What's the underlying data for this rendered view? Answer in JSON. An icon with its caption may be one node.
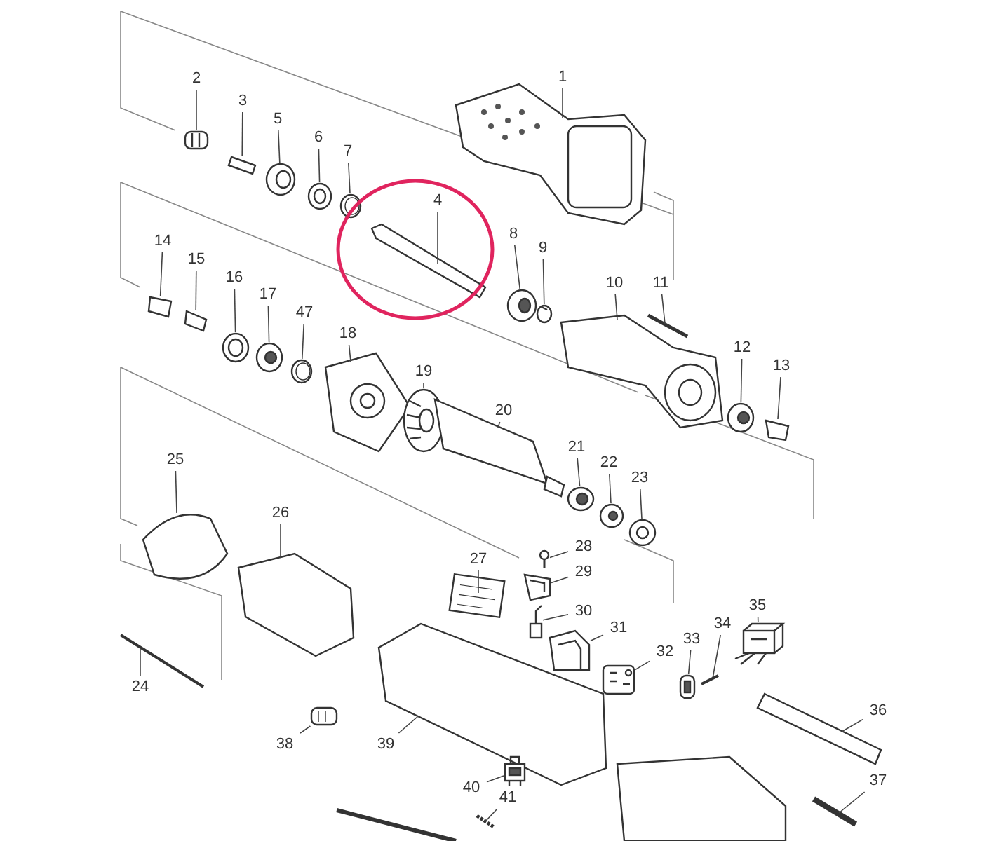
{
  "diagram": {
    "nodes": [
      {
        "text": [
          "1"
        ]
      },
      {
        "text": [
          "2"
        ]
      },
      {
        "text": [
          "3"
        ]
      },
      {
        "text": [
          "4"
        ]
      },
      {
        "text": [
          "5"
        ]
      },
      {
        "text": [
          "6"
        ]
      },
      {
        "text": [
          "7"
        ]
      },
      {
        "text": [
          "8"
        ]
      },
      {
        "text": [
          "9"
        ]
      },
      {
        "text": [
          "10"
        ]
      },
      {
        "text": [
          "11"
        ]
      },
      {
        "text": [
          "12"
        ]
      },
      {
        "text": [
          "13"
        ]
      },
      {
        "text": [
          "14"
        ]
      },
      {
        "text": [
          "15"
        ]
      },
      {
        "text": [
          "16"
        ]
      },
      {
        "text": [
          "17"
        ]
      },
      {
        "text": [
          "47"
        ]
      },
      {
        "text": [
          "18"
        ]
      },
      {
        "text": [
          "19"
        ]
      },
      {
        "text": [
          "20"
        ]
      },
      {
        "text": [
          "21"
        ]
      },
      {
        "text": [
          "22"
        ]
      },
      {
        "text": [
          "23"
        ]
      },
      {
        "text": [
          "25"
        ]
      },
      {
        "text": [
          "26"
        ]
      },
      {
        "text": [
          "27"
        ]
      },
      {
        "text": [
          "28"
        ]
      },
      {
        "text": [
          "29"
        ]
      },
      {
        "text": [
          "30"
        ]
      },
      {
        "text": [
          "31"
        ]
      },
      {
        "text": [
          "32"
        ]
      },
      {
        "text": [
          "33"
        ]
      },
      {
        "text": [
          "34"
        ]
      },
      {
        "text": [
          "35"
        ]
      },
      {
        "text": [
          "24"
        ]
      },
      {
        "text": [
          "36"
        ]
      },
      {
        "text": [
          "38"
        ]
      },
      {
        "text": [
          "39"
        ]
      },
      {
        "text": [
          "40"
        ]
      },
      {
        "text": [
          "37"
        ]
      },
      {
        "text": [
          "41"
        ]
      },
      {
        "text": [],
        "shape": "picture"
      },
      {
        "text": [],
        "shape": "picture"
      },
      {
        "text": [],
        "shape": "picture"
      },
      {
        "text": [],
        "shape": "picture"
      },
      {
        "text": [],
        "shape": "picture"
      },
      {
        "text": [],
        "shape": "picture"
      },
      {
        "text": [],
        "shape": "picture"
      },
      {
        "text": [],
        "shape": "picture"
      },
      {
        "text": [],
        "shape": "picture"
      },
      {
        "text": [],
        "shape": "picture"
      },
      {
        "text": [],
        "shape": "picture"
      },
      {
        "text": [],
        "shape": "picture"
      },
      {
        "text": [],
        "shape": "picture"
      },
      {
        "text": [],
        "shape": "picture"
      },
      {
        "text": [],
        "shape": "picture"
      },
      {
        "text": [],
        "shape": "picture"
      },
      {
        "text": [],
        "shape": "picture"
      },
      {
        "text": [],
        "shape": "picture"
      },
      {
        "text": [],
        "shape": "picture"
      },
      {
        "text": [],
        "shape": "picture"
      },
      {
        "text": [],
        "shape": "picture"
      },
      {
        "text": [],
        "shape": "picture"
      },
      {
        "text": [],
        "shape": "picture"
      },
      {
        "text": [],
        "shape": "picture"
      },
      {
        "text": [],
        "shape": "picture"
      },
      {
        "text": [],
        "shape": "picture"
      },
      {
        "text": [],
        "shape": "picture"
      },
      {
        "text": [],
        "shape": "picture"
      },
      {
        "text": [],
        "shape": "picture"
      },
      {
        "text": [],
        "shape": "picture"
      },
      {
        "text": [],
        "shape": "picture"
      },
      {
        "text": [],
        "shape": "picture"
      },
      {
        "text": [],
        "shape": "picture"
      },
      {
        "text": [],
        "shape": "picture"
      },
      {
        "text": [],
        "shape": "picture"
      },
      {
        "text": [],
        "shape": "picture"
      },
      {
        "text": [],
        "shape": "picture"
      },
      {
        "text": [],
        "shape": "picture"
      },
      {
        "text": [],
        "shape": "picture"
      },
      {
        "text": [],
        "shape": "picture"
      },
      {
        "text": [],
        "shape": "picture"
      },
      {
        "text": [],
        "shape": "picture"
      }
    ],
    "edges": [
      {
        "from": 0,
        "to": 42,
        "arrow": "none"
      },
      {
        "from": 1,
        "to": 43,
        "arrow": "none"
      },
      {
        "from": 2,
        "to": 44,
        "arrow": "none"
      },
      {
        "from": 3,
        "to": 45,
        "arrow": "none"
      },
      {
        "from": 4,
        "to": 46,
        "arrow": "none"
      },
      {
        "from": 5,
        "to": 47,
        "arrow": "none"
      },
      {
        "from": 6,
        "to": 48,
        "arrow": "none"
      },
      {
        "from": 7,
        "to": 49,
        "arrow": "none"
      },
      {
        "from": 8,
        "to": 50,
        "arrow": "none"
      },
      {
        "from": 9,
        "to": 51,
        "arrow": "none"
      },
      {
        "from": 10,
        "to": 52,
        "arrow": "none"
      },
      {
        "from": 11,
        "to": 53,
        "arrow": "none"
      },
      {
        "from": 12,
        "to": 54,
        "arrow": "none"
      },
      {
        "from": 13,
        "to": 55,
        "arrow": "none"
      },
      {
        "from": 14,
        "to": 56,
        "arrow": "none"
      },
      {
        "from": 15,
        "to": 57,
        "arrow": "none"
      },
      {
        "from": 16,
        "to": 58,
        "arrow": "none"
      },
      {
        "from": 17,
        "to": 59,
        "arrow": "none"
      },
      {
        "from": 18,
        "to": 60,
        "arrow": "none"
      },
      {
        "from": 19,
        "to": 61,
        "arrow": "none"
      },
      {
        "from": 20,
        "to": 62,
        "arrow": "none"
      },
      {
        "from": 21,
        "to": 63,
        "arrow": "none"
      },
      {
        "from": 22,
        "to": 64,
        "arrow": "none"
      },
      {
        "from": 23,
        "to": 65,
        "arrow": "none"
      },
      {
        "from": 24,
        "to": 66,
        "arrow": "none"
      },
      {
        "from": 25,
        "to": 67,
        "arrow": "none"
      },
      {
        "from": 26,
        "to": 68,
        "arrow": "none"
      },
      {
        "from": 27,
        "to": 69,
        "arrow": "none"
      },
      {
        "from": 28,
        "to": 70,
        "arrow": "none"
      },
      {
        "from": 29,
        "to": 71,
        "arrow": "none"
      },
      {
        "from": 30,
        "to": 72,
        "arrow": "none"
      },
      {
        "from": 31,
        "to": 73,
        "arrow": "none"
      },
      {
        "from": 32,
        "to": 74,
        "arrow": "none"
      },
      {
        "from": 33,
        "to": 75,
        "arrow": "none"
      },
      {
        "from": 34,
        "to": 76,
        "arrow": "none"
      },
      {
        "from": 35,
        "to": 77,
        "arrow": "none"
      },
      {
        "from": 36,
        "to": 78,
        "arrow": "none"
      },
      {
        "from": 37,
        "to": 79,
        "arrow": "none"
      },
      {
        "from": 38,
        "to": 80,
        "arrow": "none"
      },
      {
        "from": 39,
        "to": 81,
        "arrow": "none"
      },
      {
        "from": 40,
        "to": 82,
        "arrow": "none"
      },
      {
        "from": 41,
        "to": 83,
        "arrow": "none"
      }
    ]
  }
}
